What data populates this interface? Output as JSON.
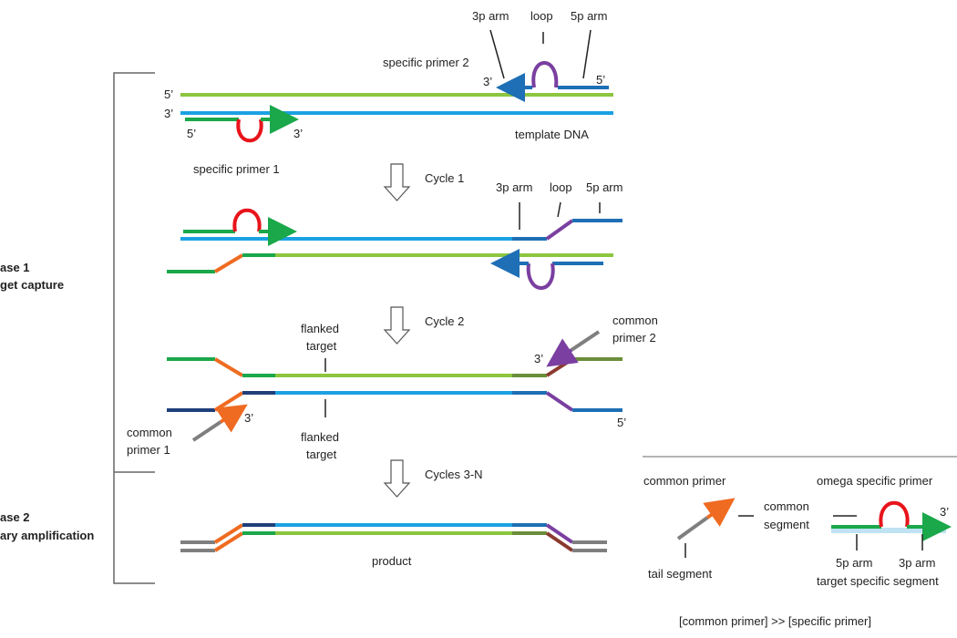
{
  "labels": {
    "arm3p": "3p arm",
    "loop": "loop",
    "arm5p": "5p arm",
    "specific_primer_2": "specific primer 2",
    "specific_primer_1": "specific primer 1",
    "template_dna": "template DNA",
    "three_prime": "3’",
    "five_prime": "5’",
    "cycle1": "Cycle 1",
    "cycle2": "Cycle 2",
    "cycles3n": "Cycles 3-N",
    "flanked_target": [
      "flanked",
      "target"
    ],
    "common_primer_1": [
      "common",
      "primer 1"
    ],
    "common_primer_2": [
      "common",
      "primer 2"
    ],
    "product": "product",
    "phase1": [
      "ase 1",
      "get capture"
    ],
    "phase2": [
      "ase 2",
      "ary amplification"
    ]
  },
  "legend": {
    "common_primer": "common primer",
    "omega_specific_primer": "omega specific primer",
    "common_segment": [
      "common",
      "segment"
    ],
    "tail_segment": "tail segment",
    "arm5p": "5p arm",
    "arm3p": "3p arm",
    "target_specific_segment": "target specific segment",
    "three_prime": "3’",
    "ratio": "[common primer] >> [specific primer]"
  },
  "colors": {
    "light_green": "#8cc63f",
    "light_blue": "#1ba1e2",
    "primer_green": "#1aa84a",
    "loop_red": "#e8141b",
    "purple": "#7a3fa0",
    "dark_blue": "#1e6fb5",
    "navy": "#1f3f7a",
    "orange": "#ef6b21",
    "olive": "#6b8e3a",
    "brown": "#8b3a2e",
    "gray": "#7f7f7f",
    "pale_blue": "#bfe3f2",
    "bracket": "#666666"
  }
}
